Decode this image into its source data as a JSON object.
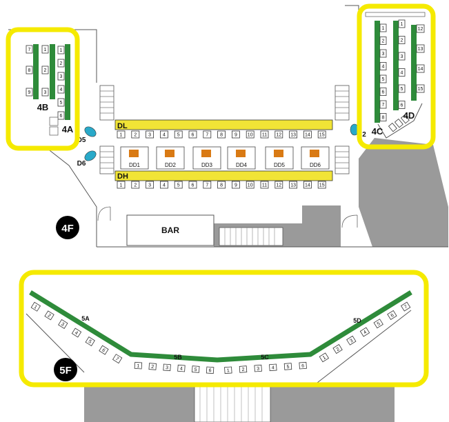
{
  "colors": {
    "highlight": "#f5ea00",
    "counter_green": "#2e8b3a",
    "counter_yellow": "#f1e436",
    "table_orange": "#d97a14",
    "door_teal": "#29a9c9",
    "gray_area": "#9a9a9a"
  },
  "floor4": {
    "badge": "4F",
    "bar_label": "BAR",
    "blocks": {
      "b4A": "4A",
      "b4B": "4B",
      "b4C": "4C",
      "b4D": "4D",
      "dl": "DL",
      "dh": "DH",
      "d5": "D5",
      "d6": "D6",
      "d2": "2"
    },
    "block4B_seats": [
      "7",
      "8",
      "9"
    ],
    "block4B_mid_seats": [
      "1",
      "2",
      "3"
    ],
    "block4A_seats": [
      "1",
      "2",
      "3",
      "4",
      "5",
      "6"
    ],
    "block4C_left_seats": [
      "1",
      "2",
      "3",
      "4",
      "5",
      "6",
      "7",
      "8"
    ],
    "block4C_right_seats": [
      "1",
      "2",
      "3",
      "4",
      "5",
      "6"
    ],
    "block4D_seats": [
      "12",
      "13",
      "14",
      "15"
    ],
    "dl_seats": [
      "1",
      "2",
      "3",
      "4",
      "5",
      "6",
      "7",
      "8",
      "9",
      "10",
      "11",
      "12",
      "13",
      "14",
      "15"
    ],
    "dh_seats": [
      "1",
      "2",
      "3",
      "4",
      "5",
      "6",
      "7",
      "8",
      "9",
      "10",
      "11",
      "12",
      "13",
      "14",
      "15"
    ],
    "dd_tables": [
      "DD1",
      "DD2",
      "DD3",
      "DD4",
      "DD5",
      "DD6"
    ]
  },
  "floor5": {
    "badge": "5F",
    "blocks": {
      "b5A": "5A",
      "b5B": "5B",
      "b5C": "5C",
      "b5D": "5D"
    },
    "seats_5A": [
      "1",
      "2",
      "3",
      "4",
      "5",
      "6",
      "7"
    ],
    "seats_5B": [
      "1",
      "2",
      "3",
      "4",
      "5",
      "6"
    ],
    "seats_5C": [
      "1",
      "2",
      "3",
      "4",
      "5",
      "6"
    ],
    "seats_5D": [
      "1",
      "2",
      "3",
      "4",
      "5",
      "6",
      "7"
    ]
  }
}
